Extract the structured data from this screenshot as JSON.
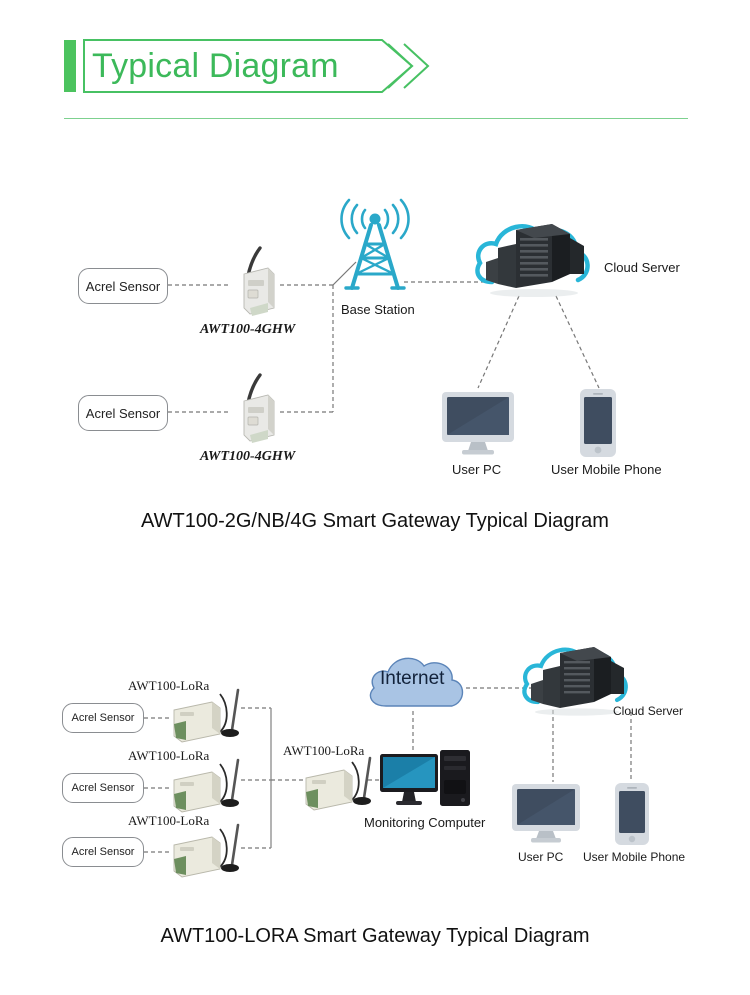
{
  "header": {
    "title": "Typical Diagram",
    "accent_color": "#3cb95a",
    "bar_color": "#4cc35e",
    "rule_color": "#7dd18f"
  },
  "diagram1": {
    "caption": "AWT100-2G/NB/4G Smart Gateway Typical Diagram",
    "sensors": [
      {
        "label": "Acrel Sensor"
      },
      {
        "label": "Acrel Sensor"
      }
    ],
    "gateways": [
      {
        "label": "AWT100-4GHW"
      },
      {
        "label": "AWT100-4GHW"
      }
    ],
    "base_station": {
      "label": "Base Station",
      "color": "#2aa8c9"
    },
    "cloud_server": {
      "label": "Cloud Server",
      "cloud_color": "#29b6d8"
    },
    "user_pc": {
      "label": "User PC"
    },
    "user_mobile": {
      "label": "User Mobile Phone"
    }
  },
  "diagram2": {
    "caption": "AWT100-LORA Smart Gateway Typical Diagram",
    "sensors": [
      {
        "label": "Acrel Sensor"
      },
      {
        "label": "Acrel Sensor"
      },
      {
        "label": "Acrel Sensor"
      }
    ],
    "nodes": [
      {
        "label": "AWT100-LoRa"
      },
      {
        "label": "AWT100-LoRa"
      },
      {
        "label": "AWT100-LoRa"
      }
    ],
    "concentrator": {
      "label": "AWT100-LoRa"
    },
    "internet": {
      "label": "Internet",
      "fill_color": "#a9c4e4",
      "border_color": "#5b84b8"
    },
    "monitoring_computer": {
      "label": "Monitoring Computer"
    },
    "cloud_server": {
      "label": "Cloud Server",
      "cloud_color": "#29b6d8"
    },
    "user_pc": {
      "label": "User PC"
    },
    "user_mobile": {
      "label": "User Mobile Phone"
    }
  }
}
